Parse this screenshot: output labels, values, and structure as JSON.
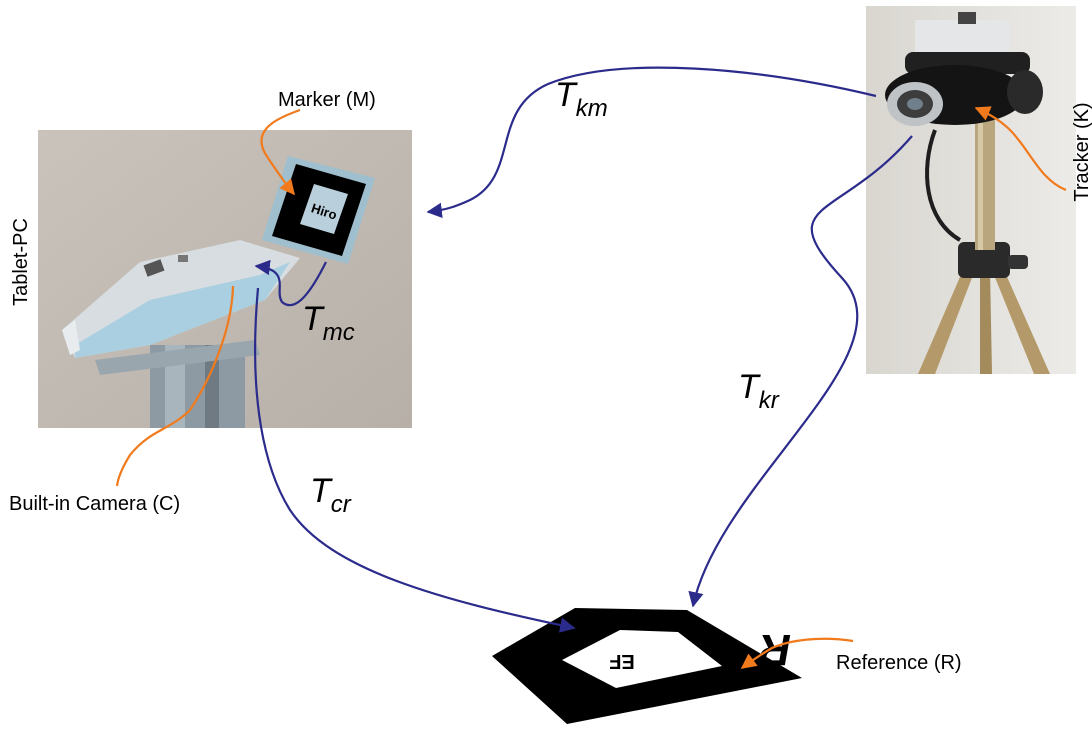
{
  "labels": {
    "marker": "Marker  (M)",
    "tablet": "Tablet-PC",
    "camera": "Built-in Camera  (C)",
    "tracker": "Tracker  (K)",
    "reference": "Reference  (R)",
    "marker_text": "Hiro",
    "ref_letter": "R",
    "ref_small": "EF"
  },
  "transforms": {
    "km": {
      "main": "T",
      "sub": "km"
    },
    "mc": {
      "main": "T",
      "sub": "mc"
    },
    "kr": {
      "main": "T",
      "sub": "kr"
    },
    "cr": {
      "main": "T",
      "sub": "cr"
    }
  },
  "colors": {
    "arrow_blue": "#2b2b8c",
    "arrow_orange": "#f07a1c"
  }
}
